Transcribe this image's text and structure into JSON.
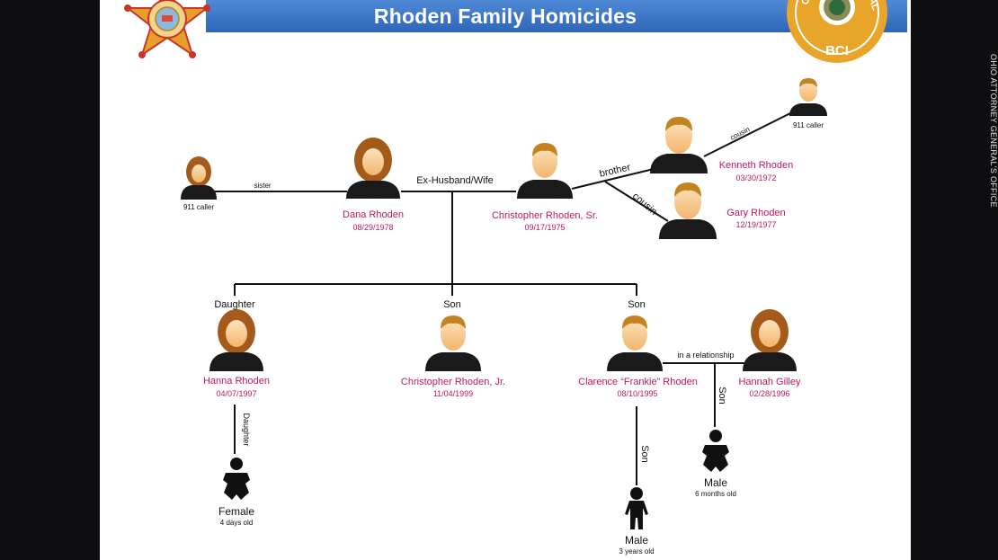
{
  "title": "Rhoden Family Homicides",
  "side_credit": "OHIO ATTORNEY GENERAL'S OFFICE",
  "logos": {
    "left": {
      "icon": "sheriff-star-badge"
    },
    "right": {
      "icon": "bci-badge",
      "text": "BCI",
      "arc_text": "OHIO ... GENERAL"
    }
  },
  "colors": {
    "name_text": "#c0185f",
    "banner": "#3b76c9",
    "gold": "#e8a52a",
    "line": "#111111"
  },
  "people": {
    "caller_left": {
      "caption": "911 caller"
    },
    "dana": {
      "name": "Dana Rhoden",
      "dob": "08/29/1978"
    },
    "chris_sr": {
      "name": "Christopher Rhoden, Sr.",
      "dob": "09/17/1975"
    },
    "kenneth": {
      "name": "Kenneth Rhoden",
      "dob": "03/30/1972"
    },
    "caller_right": {
      "caption": "911 caller"
    },
    "gary": {
      "name": "Gary Rhoden",
      "dob": "12/19/1977"
    },
    "hanna": {
      "name": "Hanna Rhoden",
      "dob": "04/07/1997"
    },
    "chris_jr": {
      "name": "Christopher Rhoden, Jr.",
      "dob": "11/04/1999"
    },
    "frankie": {
      "name": "Clarence “Frankie” Rhoden",
      "dob": "08/10/1995"
    },
    "hannah": {
      "name": "Hannah Gilley",
      "dob": "02/28/1996"
    }
  },
  "relations": {
    "sister": "sister",
    "ex_husband_wife": "Ex-Husband/Wife",
    "brother": "brother",
    "cousin_kenneth": "cousin",
    "cousin_gary": "cousin",
    "daughter": "Daughter",
    "son_jr": "Son",
    "son_frankie": "Son",
    "in_relationship": "in a relationship",
    "hanna_daughter": "Daughter",
    "frankie_son": "Son",
    "hannah_son": "Son"
  },
  "babies": {
    "hanna_baby": {
      "label": "Female",
      "age": "4 days old"
    },
    "frankie_child": {
      "label": "Male",
      "age": "3 years old"
    },
    "hannah_baby": {
      "label": "Male",
      "age": "6 months old"
    }
  }
}
